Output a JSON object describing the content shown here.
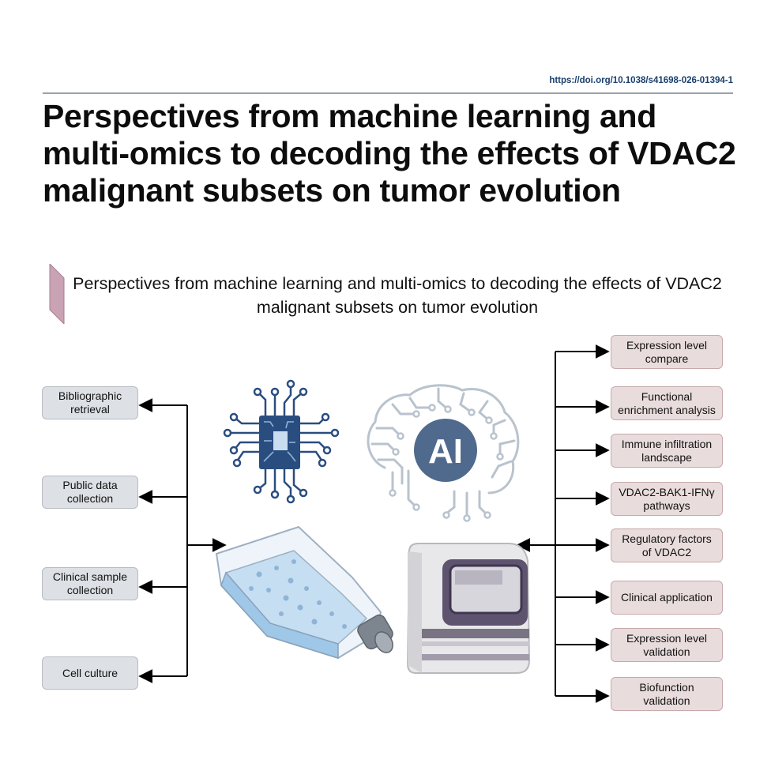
{
  "doi": "https://doi.org/10.1038/s41698-026-01394-1",
  "title": "Perspectives from machine learning and multi-omics to decoding the effects of VDAC2 malignant subsets on tumor evolution",
  "subtitle": "Perspectives from machine learning and multi-omics to decoding the effects of VDAC2 malignant subsets on tumor evolution",
  "ai_label": "AI",
  "left_nodes": [
    "Bibliographic retrieval",
    "Public data collection",
    "Clinical sample collection",
    "Cell culture"
  ],
  "right_nodes": [
    "Expression level compare",
    "Functional enrichment analysis",
    "Immune infiltration landscape",
    "VDAC2-BAK1-IFNγ pathways",
    "Regulatory factors of VDAC2",
    "Clinical application",
    "Expression level validation",
    "Biofunction validation"
  ],
  "colors": {
    "accent": "#c9a3b4",
    "doi": "#1a3f6e",
    "chip": "#2a4d80",
    "left_box": "#dde0e4",
    "right_box": "#e9dcdd"
  },
  "icons": [
    "chip-icon",
    "ai-brain-icon",
    "cell-culture-flask-icon",
    "sequencer-machine-icon"
  ]
}
